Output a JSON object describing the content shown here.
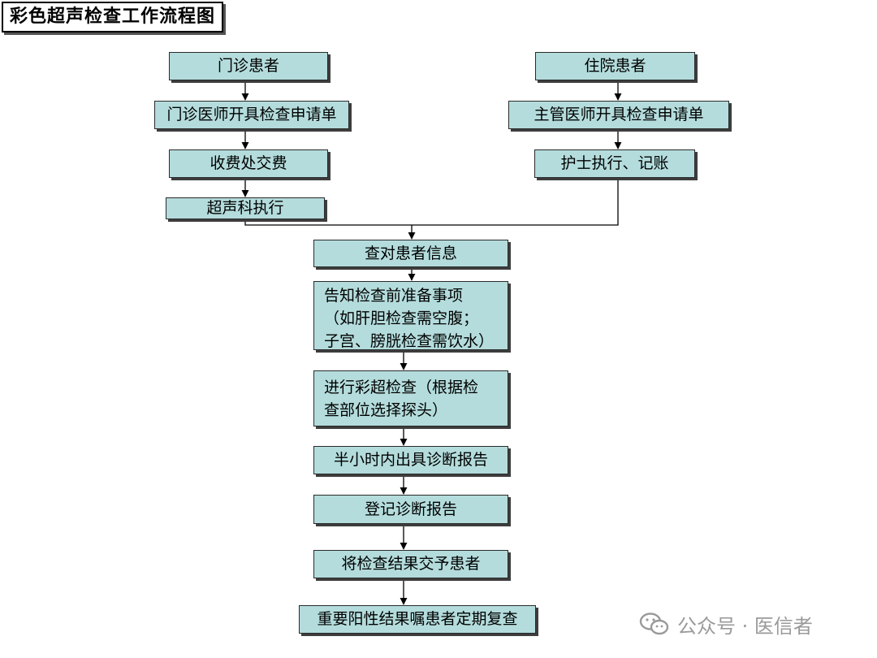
{
  "title": "彩色超声检查工作流程图",
  "nodes": {
    "outpatient": "门诊患者",
    "outpatient_doctor": "门诊医师开具检查申请单",
    "payment": "收费处交费",
    "ultrasound_dept": "超声科执行",
    "inpatient": "住院患者",
    "attending_doctor": "主管医师开具检查申请单",
    "nurse": "护士执行、记账",
    "verify": "查对患者信息",
    "notify_lines": [
      "告知检查前准备事项",
      "（如肝胆检查需空腹；",
      "子宫、膀胱检查需饮水）"
    ],
    "exam_lines": [
      "进行彩超检查（根据检",
      "查部位选择探头）"
    ],
    "report": "半小时内出具诊断报告",
    "register": "登记诊断报告",
    "deliver": "将检查结果交予患者",
    "followup": "重要阳性结果嘱患者定期复查"
  },
  "watermark": {
    "text": "公众号 · 医信者",
    "icon": "wechat-icon"
  }
}
